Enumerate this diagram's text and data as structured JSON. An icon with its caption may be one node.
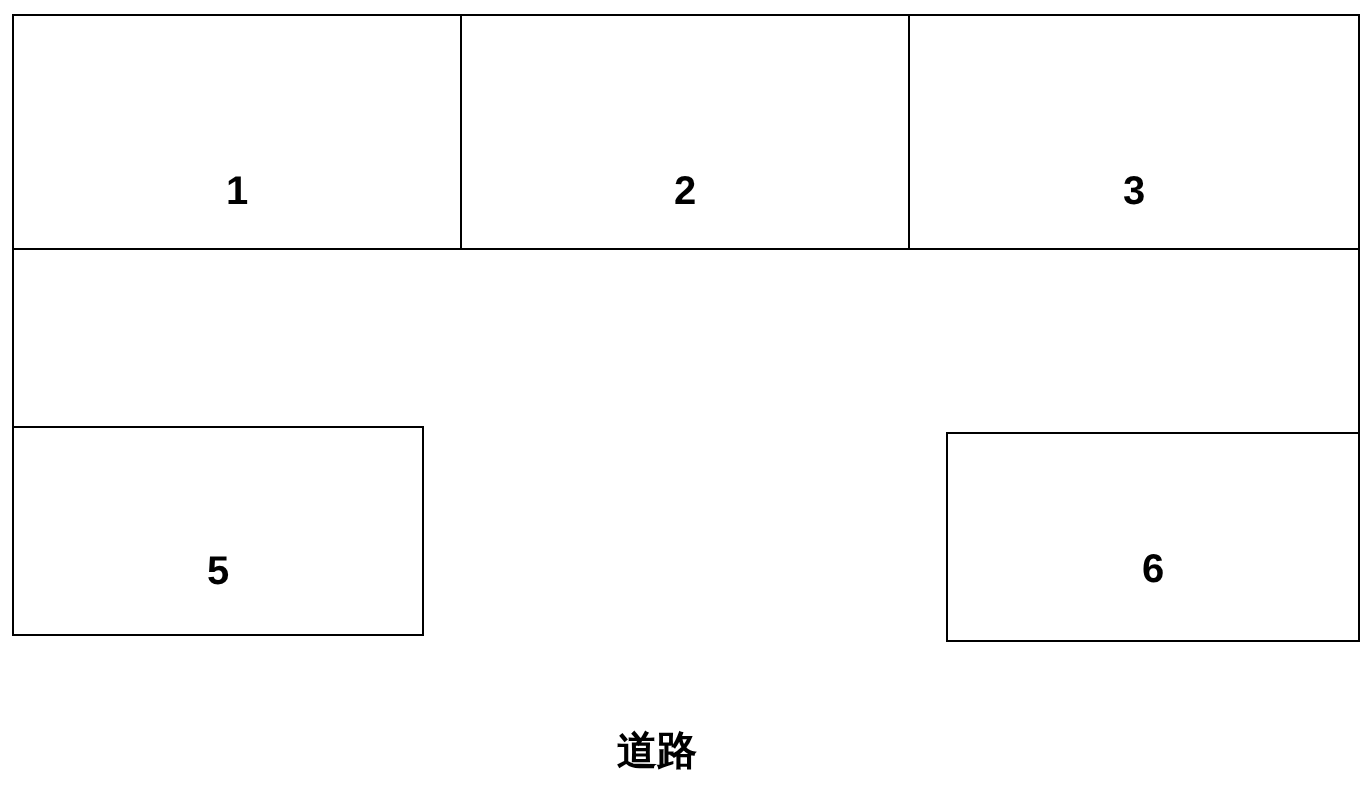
{
  "diagram": {
    "nodes": [
      {
        "text": [
          "1"
        ]
      },
      {
        "text": [
          "2"
        ]
      },
      {
        "text": [
          "3"
        ]
      },
      {
        "text": [
          "5"
        ]
      },
      {
        "text": [
          "6"
        ]
      }
    ],
    "labels": [
      "道路"
    ]
  }
}
